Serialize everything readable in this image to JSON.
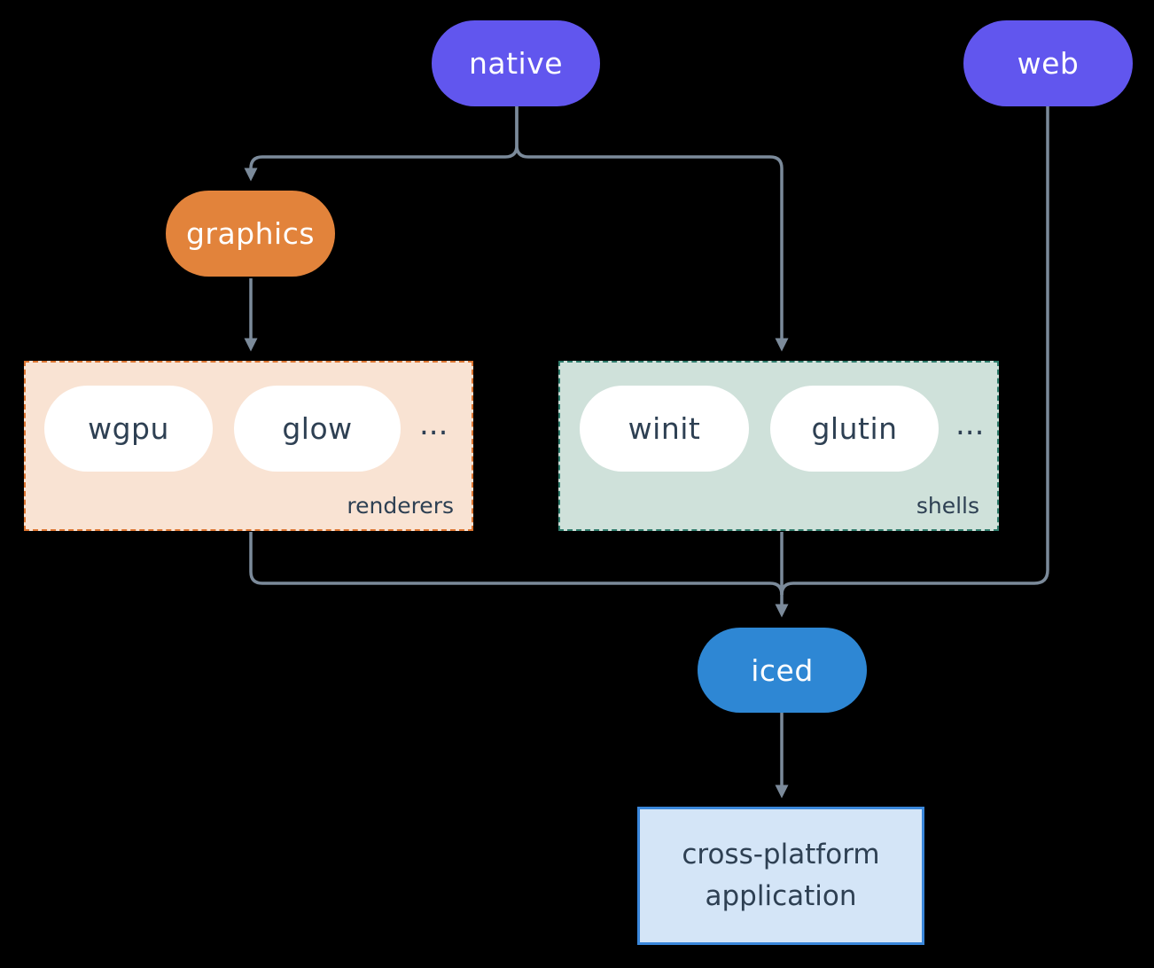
{
  "diagram": {
    "background_color": "#000000",
    "connector_color": "#7b8a9a",
    "nodes": {
      "native": {
        "label": "native",
        "color": "#6156ee",
        "text_color": "#ffffff"
      },
      "web": {
        "label": "web",
        "color": "#6156ee",
        "text_color": "#ffffff"
      },
      "graphics": {
        "label": "graphics",
        "color": "#e2833b",
        "text_color": "#ffffff"
      },
      "iced": {
        "label": "iced",
        "color": "#2e87d4",
        "text_color": "#ffffff"
      }
    },
    "groups": {
      "renderers": {
        "label": "renderers",
        "background": "#f9e3d3",
        "border_color": "#dc7531",
        "items": [
          {
            "label": "wgpu"
          },
          {
            "label": "glow"
          }
        ],
        "ellipsis": "...",
        "item_text_color": "#2e4053"
      },
      "shells": {
        "label": "shells",
        "background": "#cfe1da",
        "border_color": "#2f7c6c",
        "items": [
          {
            "label": "winit"
          },
          {
            "label": "glutin"
          }
        ],
        "ellipsis": "...",
        "item_text_color": "#2e4053"
      }
    },
    "app_box": {
      "line1": "cross-platform",
      "line2": "application",
      "background": "#d4e5f7",
      "border_color": "#3a87db",
      "text_color": "#2e4053"
    },
    "edges": [
      {
        "from": "native",
        "to": "graphics"
      },
      {
        "from": "native",
        "to": "shells"
      },
      {
        "from": "graphics",
        "to": "renderers"
      },
      {
        "from": "renderers",
        "to": "iced"
      },
      {
        "from": "shells",
        "to": "iced"
      },
      {
        "from": "web",
        "to": "iced"
      },
      {
        "from": "iced",
        "to": "app_box"
      }
    ]
  }
}
